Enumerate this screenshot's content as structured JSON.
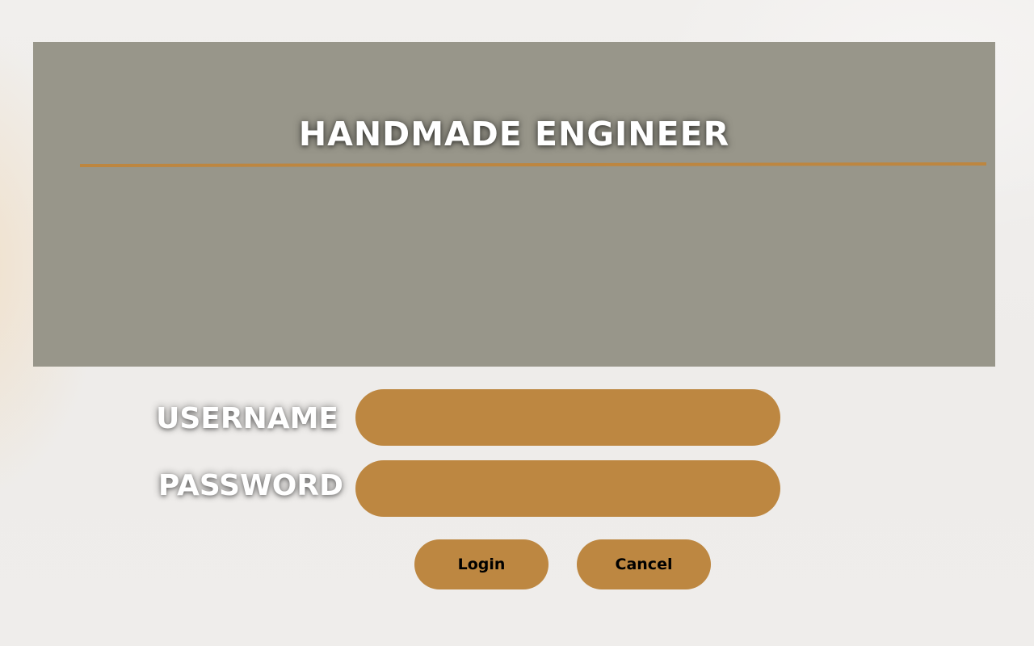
{
  "app": {
    "title": "HANDMADE ENGINEER"
  },
  "form": {
    "username_label": "USERNAME",
    "username_value": "",
    "password_label": "PASSWORD",
    "password_value": "",
    "login_label": "Login",
    "cancel_label": "Cancel"
  },
  "colors": {
    "banner": "#98968a",
    "accent": "#bd8741",
    "background": "#efedeb",
    "label_text": "#ffffff",
    "button_text": "#000000"
  }
}
